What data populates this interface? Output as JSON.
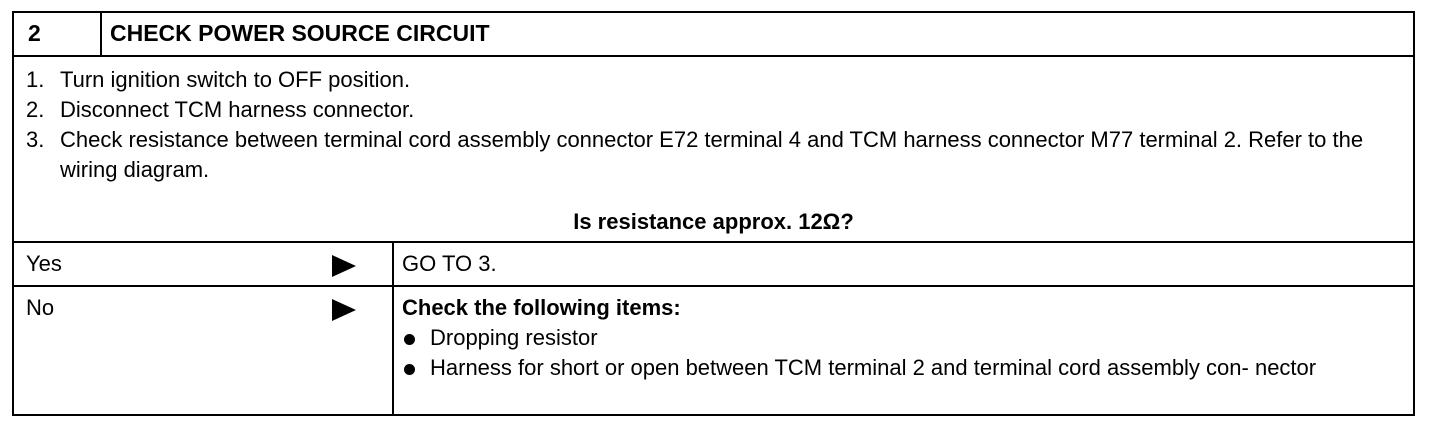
{
  "header": {
    "step_number": "2",
    "title": "CHECK POWER SOURCE CIRCUIT"
  },
  "procedure": {
    "steps": [
      {
        "num": "1.",
        "text": "Turn ignition switch to OFF position."
      },
      {
        "num": "2.",
        "text": "Disconnect TCM harness connector."
      },
      {
        "num": "3.",
        "text": "Check resistance between terminal cord assembly connector E72 terminal 4 and TCM harness connector M77 terminal 2. Refer to the wiring diagram."
      }
    ],
    "question": "Is resistance approx. 12Ω?"
  },
  "results": {
    "yes": {
      "label": "Yes",
      "action": "GO TO 3."
    },
    "no": {
      "label": "No",
      "action_title": "Check the following items:",
      "items": [
        "Dropping resistor",
        "Harness for short or open between TCM terminal 2 and terminal cord assembly con- nector"
      ]
    }
  }
}
